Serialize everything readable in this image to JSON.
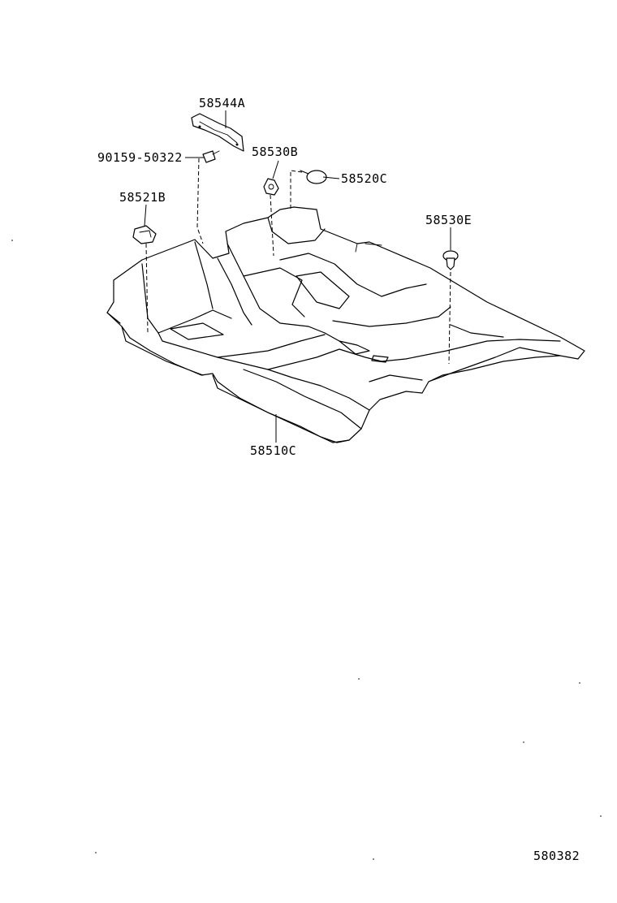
{
  "diagram": {
    "parts": [
      {
        "id": "58544A",
        "label": "58544A"
      },
      {
        "id": "90159-50322",
        "label": "90159-50322"
      },
      {
        "id": "58530B",
        "label": "58530B"
      },
      {
        "id": "58520C",
        "label": "58520C"
      },
      {
        "id": "58521B",
        "label": "58521B"
      },
      {
        "id": "58530E",
        "label": "58530E"
      },
      {
        "id": "58510C",
        "label": "58510C"
      }
    ],
    "reference_number": "580382"
  }
}
